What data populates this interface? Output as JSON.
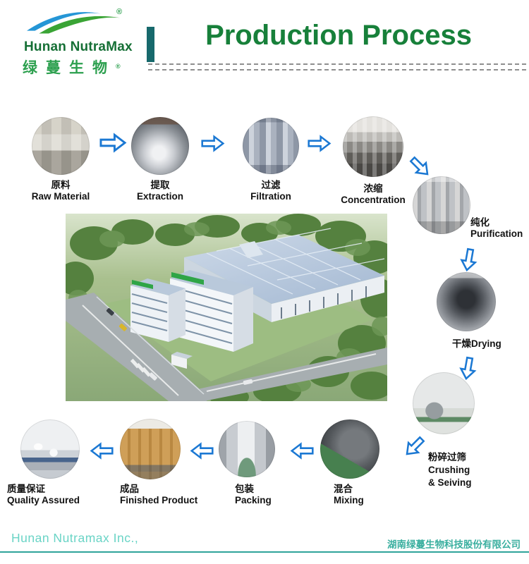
{
  "header": {
    "brand_en": "Hunan NutraMax",
    "brand_zh": "绿蔓生物",
    "registered": "®",
    "title": "Production Process"
  },
  "steps": {
    "raw": {
      "zh": "原料",
      "en": "Raw Material"
    },
    "extraction": {
      "zh": "提取",
      "en": "Extraction"
    },
    "filtration": {
      "zh": "过滤",
      "en": "Filtration"
    },
    "concentration": {
      "zh": "浓缩",
      "en": "Concentration"
    },
    "purification": {
      "zh": "纯化",
      "en": "Purification"
    },
    "drying": {
      "combined": "干燥Drying"
    },
    "crushing": {
      "zh": "粉碎过筛",
      "en_line1": "Crushing",
      "en_line2": "& Seiving"
    },
    "mixing": {
      "zh": "混合",
      "en": "Mixing"
    },
    "packing": {
      "zh": "包装",
      "en": "Packing"
    },
    "finished": {
      "zh": "成品",
      "en": "Finished Product"
    },
    "quality": {
      "zh": "质量保证",
      "en": "Quality Assured"
    }
  },
  "footer": {
    "company_en": "Hunan Nutramax Inc.,",
    "company_zh": "湖南绿蔓生物科技股份有限公司"
  },
  "icons": {
    "flow_arrow": "outlined-block-arrow",
    "brand_swoosh": "blue-green-wave"
  },
  "colors": {
    "title_green": "#17803a",
    "brand_green": "#2da04f",
    "brand_dark_green": "#156f35",
    "teal_bar": "#17696c",
    "arrow_blue": "#1b78d3",
    "footer_text_teal": "#6ad4c6",
    "footer_line_teal": "#2fa39a"
  }
}
